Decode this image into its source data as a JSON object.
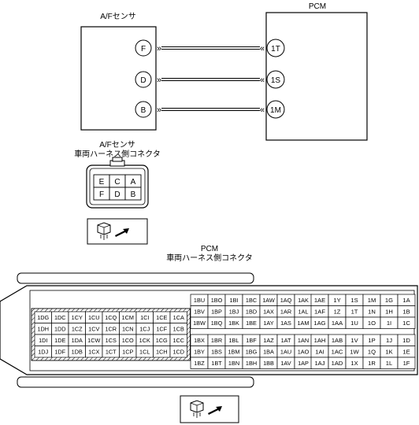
{
  "wiring": {
    "sensor_title": "A/Fセンサ",
    "pcm_title": "PCM",
    "sensor_pins": [
      "F",
      "D",
      "B"
    ],
    "pcm_pins": [
      "1T",
      "1S",
      "1M"
    ],
    "arrow_glyph_left": "»",
    "arrow_glyph_right": "«"
  },
  "sensor_connector": {
    "title_line1": "A/Fセンサ",
    "title_line2": "車両ハーネス側コネクタ",
    "top_row": [
      "E",
      "C",
      "A"
    ],
    "bottom_row": [
      "F",
      "D",
      "B"
    ]
  },
  "pcm_connector": {
    "title_line1": "PCM",
    "title_line2": "車両ハーネス側コネクタ",
    "hatched_block": [
      [
        "1DG",
        "1DC",
        "1CY",
        "1CU",
        "1CQ",
        "1CM",
        "1CI",
        "1CE",
        "1CA"
      ],
      [
        "1DH",
        "1DD",
        "1CZ",
        "1CV",
        "1CR",
        "1CN",
        "1CJ",
        "1CF",
        "1CB"
      ],
      [
        "1DI",
        "1DE",
        "1DA",
        "1CW",
        "1CS",
        "1CO",
        "1CK",
        "1CG",
        "1CC"
      ],
      [
        "1DJ",
        "1DF",
        "1DB",
        "1CX",
        "1CT",
        "1CP",
        "1CL",
        "1CH",
        "1CD"
      ]
    ],
    "middle_top": [
      [
        "1BU",
        "1BO",
        "1BI",
        "1BC",
        "1AW",
        "1AQ",
        "1AK"
      ],
      [
        "1BV",
        "1BP",
        "1BJ",
        "1BD",
        "1AX",
        "1AR",
        "1AL"
      ],
      [
        "1BW",
        "1BQ",
        "1BK",
        "1BE",
        "1AY",
        "1AS",
        "1AM"
      ]
    ],
    "middle_bottom": [
      [
        "1BX",
        "1BR",
        "1BL",
        "1BF",
        "1AZ",
        "1AT",
        "1AN"
      ],
      [
        "1BY",
        "1BS",
        "1BM",
        "1BG",
        "1BA",
        "1AU",
        "1AO"
      ],
      [
        "1BZ",
        "1BT",
        "1BN",
        "1BH",
        "1BB",
        "1AV",
        "1AP"
      ]
    ],
    "right_top": [
      [
        "1AE",
        "1Y",
        "1S",
        "1M",
        "1G",
        "1A"
      ],
      [
        "1AF",
        "1Z",
        "1T",
        "1N",
        "1H",
        "1B"
      ],
      [
        "1AG",
        "1AA",
        "1U",
        "1O",
        "1I",
        "1C"
      ]
    ],
    "right_bottom": [
      [
        "1AH",
        "1AB",
        "1V",
        "1P",
        "1J",
        "1D"
      ],
      [
        "1AI",
        "1AC",
        "1W",
        "1Q",
        "1K",
        "1E"
      ],
      [
        "1AJ",
        "1AD",
        "1X",
        "1R",
        "1L",
        "1F"
      ]
    ]
  }
}
